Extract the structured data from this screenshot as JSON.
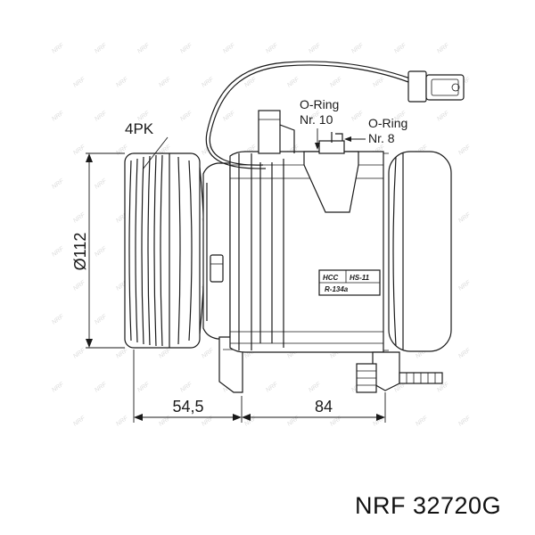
{
  "labels": {
    "belt": "4PK",
    "diameter": "Ø112",
    "oring_a_line1": "O-Ring",
    "oring_a_line2": "Nr. 10",
    "oring_b_line1": "O-Ring",
    "oring_b_line2": "Nr. 8",
    "dim_pulley": "54,5",
    "dim_body": "84"
  },
  "nameplate": {
    "maker": "HCC",
    "model": "HS-11",
    "refrigerant": "R-134a"
  },
  "watermark": "NRF",
  "part_code": "NRF 32720G"
}
